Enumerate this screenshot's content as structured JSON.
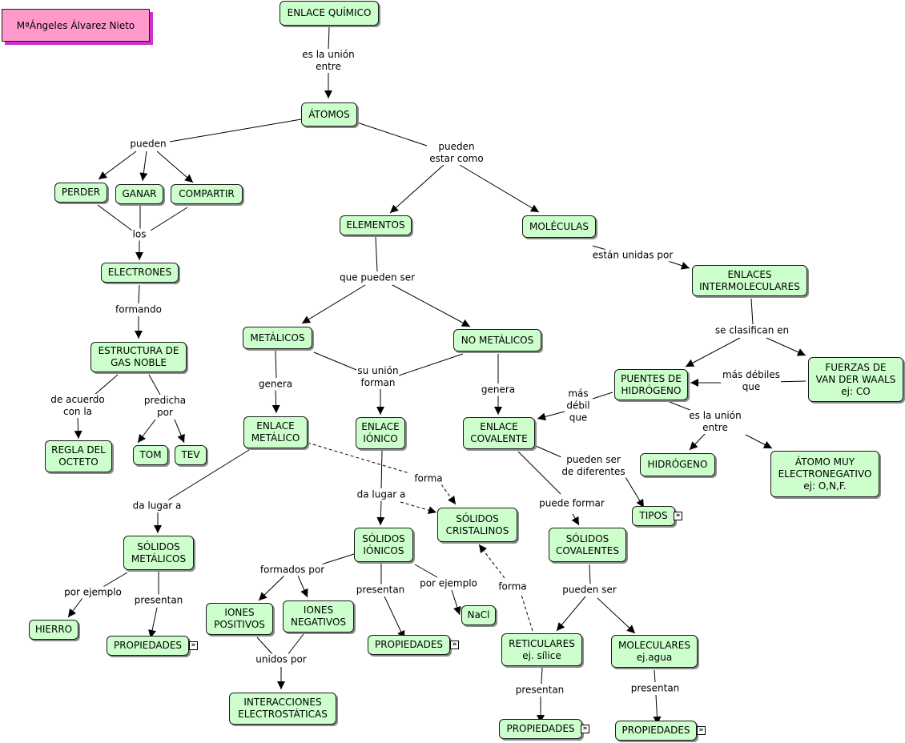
{
  "author": "MªÁngeles Álvarez Nieto",
  "nodes": {
    "enlace_quimico": "ENLACE QUÍMICO",
    "atomos": "ÁTOMOS",
    "perder": "PERDER",
    "ganar": "GANAR",
    "compartir": "COMPARTIR",
    "electrones": "ELECTRONES",
    "estructura_gas_noble": "ESTRUCTURA DE\nGAS NOBLE",
    "regla_octeto": "REGLA DEL\nOCTETO",
    "tom": "TOM",
    "tev": "TEV",
    "elementos": "ELEMENTOS",
    "moleculas": "MOLÉCULAS",
    "enlaces_intermoleculares": "ENLACES\nINTERMOLECULARES",
    "metalicos": "METÁLICOS",
    "no_metalicos": "NO METÁLICOS",
    "enlace_metalico": "ENLACE\nMETÁLICO",
    "enlace_ionico": "ENLACE\nIÓNICO",
    "enlace_covalente": "ENLACE\nCOVALENTE",
    "puentes_hidrogeno": "PUENTES DE\nHIDRÓGENO",
    "fuerzas_van_der_waals": "FUERZAS DE\nVAN DER WAALS\nej: CO",
    "hidrogeno": "HIDRÓGENO",
    "atomo_muy_electronegativo": "ÁTOMO MUY\nELECTRONEGATIVO\nej: O,N,F.",
    "tipos": "TIPOS",
    "solidos_cristalinos": "SÓLIDOS\nCRISTALINOS",
    "solidos_metalicos": "SÓLIDOS\nMETÁLICOS",
    "solidos_ionicos": "SÓLIDOS\nIÓNICOS",
    "solidos_covalentes": "SÓLIDOS\nCOVALENTES",
    "hierro": "HIERRO",
    "propiedades_metalicos": "PROPIEDADES",
    "iones_positivos": "IONES\nPOSITIVOS",
    "iones_negativos": "IONES\nNEGATIVOS",
    "propiedades_ionicos": "PROPIEDADES",
    "nacl": "NaCl",
    "interacciones_electrostaticas": "INTERACCIONES\nELECTROSTÁTICAS",
    "reticulares": "RETICULARES\nej. sílice",
    "moleculares": "MOLECULARES\nej.agua",
    "propiedades_reticulares": "PROPIEDADES",
    "propiedades_moleculares": "PROPIEDADES"
  },
  "links": {
    "es_la_union_entre": "es la unión\nentre",
    "pueden_atomos": "pueden",
    "pueden_estar_como": "pueden\nestar como",
    "los": "los",
    "formando": "formando",
    "de_acuerdo_con_la": "de acuerdo\ncon la",
    "predicha_por": "predicha\npor",
    "que_pueden_ser": "que pueden ser",
    "estan_unidas_por": "están unidas por",
    "se_clasifican_en": "se clasifican en",
    "mas_debiles_que": "más débiles\nque",
    "mas_debil_que": "más\ndébil\nque",
    "es_la_union_entre_2": "es la unión\nentre",
    "genera_metalicos": "genera",
    "su_union_forman": "su unión\nforman",
    "genera_no_metalicos": "genera",
    "pueden_ser_de_diferentes": "pueden ser\nde diferentes",
    "forma_metalico": "forma",
    "da_lugar_a_metalico": "da lugar a",
    "da_lugar_a_ionico": "da lugar a",
    "puede_formar": "puede formar",
    "por_ejemplo_metalicos": "por ejemplo",
    "presentan_metalicos": "presentan",
    "formados_por": "formados por",
    "presentan_ionicos": "presentan",
    "por_ejemplo_ionicos": "por ejemplo",
    "unidos_por": "unidos por",
    "forma_reticulares": "forma",
    "pueden_ser": "pueden ser",
    "presentan_reticulares": "presentan",
    "presentan_moleculares": "presentan"
  },
  "expander_icon": "double-chevron-right-icon",
  "colors": {
    "concept_fill": "#ccffcc",
    "author_fill": "#ff99cc",
    "author_shadow": "#cc33cc",
    "line": "#000000"
  }
}
